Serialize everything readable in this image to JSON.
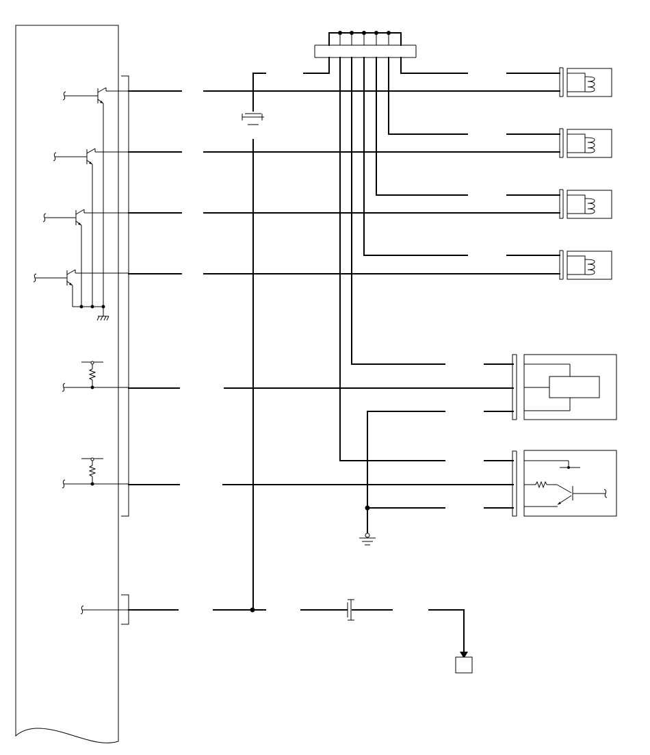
{
  "diagram": {
    "type": "wiring-schematic",
    "labels": [],
    "colors": {
      "line": "#000000",
      "background": "#ffffff"
    },
    "components": [
      {
        "name": "control-module",
        "kind": "module"
      },
      {
        "name": "driver-transistor",
        "kind": "npn-transistor",
        "count": 4
      },
      {
        "name": "pull-up-resistor",
        "kind": "resistor",
        "count": 2
      },
      {
        "name": "coil",
        "kind": "coil",
        "count": 4
      },
      {
        "name": "sensor-a",
        "kind": "sensor"
      },
      {
        "name": "sensor-b",
        "kind": "sensor-transistor"
      },
      {
        "name": "splice-connector",
        "kind": "joint-connector"
      },
      {
        "name": "inline-connector",
        "kind": "connector",
        "count": 2
      },
      {
        "name": "ground",
        "kind": "ground"
      },
      {
        "name": "destination-box",
        "kind": "terminal"
      }
    ]
  }
}
